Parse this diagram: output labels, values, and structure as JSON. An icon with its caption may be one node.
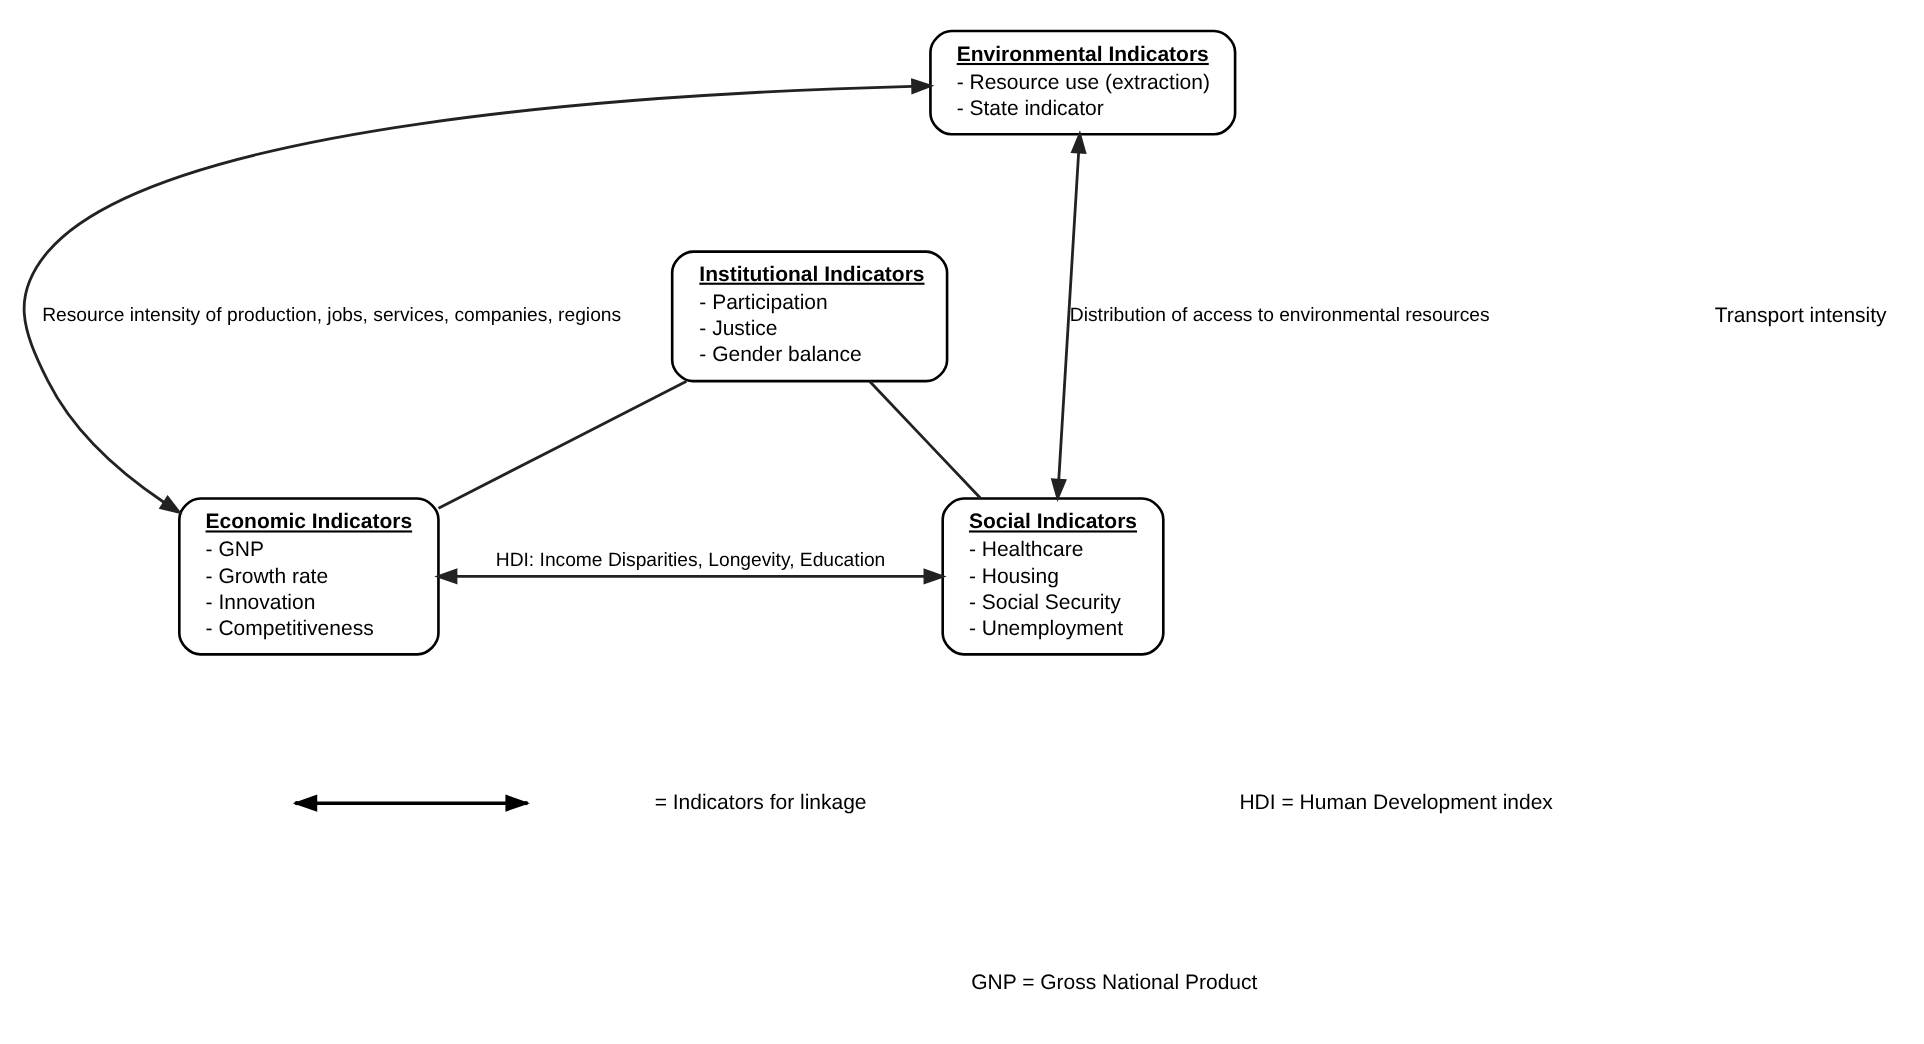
{
  "diagram": {
    "nodes": [
      {
        "text": [
          "Environmental Indicators",
          "- Resource use (extraction)",
          "- State indicator"
        ]
      },
      {
        "text": [
          "Institutional Indicators",
          "- Participation",
          "- Justice",
          "- Gender balance"
        ]
      },
      {
        "text": [
          "Economic Indicators",
          "- GNP",
          "- Growth rate",
          "- Innovation",
          "- Competitiveness"
        ]
      },
      {
        "text": [
          "Social Indicators",
          "- Healthcare",
          "- Housing",
          "- Social Security",
          "- Unemployment"
        ]
      }
    ],
    "edges": [
      {
        "from": 0,
        "to": 2,
        "arrow": "both",
        "label": "Resource intensity of production, jobs, services, companies, regions"
      },
      {
        "from": 0,
        "to": 3,
        "arrow": "both",
        "label": "Distribution of access to environmental resources"
      },
      {
        "from": 1,
        "to": 2,
        "arrow": "none"
      },
      {
        "from": 1,
        "to": 3,
        "arrow": "none"
      },
      {
        "from": 2,
        "to": 3,
        "arrow": "both",
        "label": "HDI: Income Disparities, Longevity, Education"
      }
    ],
    "labels": [
      "Transport intensity",
      "HDI = Human Development index",
      "GNP = Gross National Product"
    ],
    "legend": [
      {
        "text": "= Indicators for linkage"
      }
    ]
  }
}
